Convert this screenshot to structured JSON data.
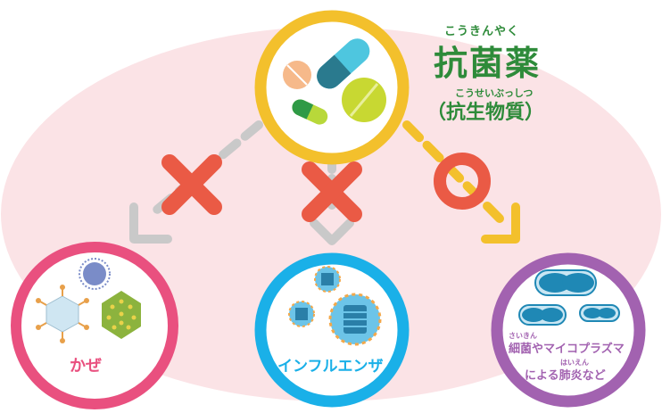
{
  "title": {
    "ruby": "こうきんやく",
    "main": "抗菌薬",
    "sub_ruby": "こうせいぶっしつ",
    "sub": "（抗生物質）"
  },
  "targets": [
    {
      "id": "cold",
      "label": "かぜ",
      "effective": false,
      "color": "#e9507f"
    },
    {
      "id": "flu",
      "label": "インフルエンザ",
      "effective": false,
      "color": "#1ab0e8"
    },
    {
      "id": "bacteria",
      "label_ruby_1": "さいきん",
      "label_line1": "細菌やマイコプラズマ",
      "label_ruby_2": "はいえん",
      "label_line2": "による肺炎など",
      "effective": true,
      "color": "#a262b0"
    }
  ],
  "colors": {
    "title_green": "#2e8b3a",
    "pill_ring": "#f3c02c",
    "cross": "#ea5a45",
    "circle_mark": "#ea5a45",
    "arrow_gray": "#c9c9c9",
    "arrow_yellow": "#f3c02c",
    "background_ellipse": "#fbe3e6"
  },
  "icons": [
    "pill-tablet-icon",
    "capsule-icon",
    "virus-icon",
    "bacteria-icon",
    "cross-mark-icon",
    "circle-mark-icon"
  ]
}
